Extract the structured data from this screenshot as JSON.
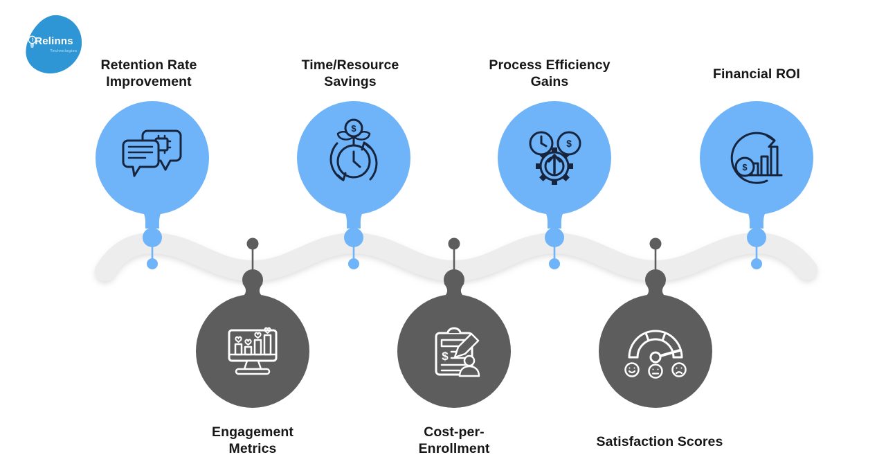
{
  "logo": {
    "brand": "Relinns Technologies",
    "brand_prefix": "Reli",
    "brand_suffix": "nns",
    "tagline": "Technologies"
  },
  "colors": {
    "blue_circle": "#6FB3F8",
    "gray_circle": "#5D5D5D",
    "wave": "#EDEDED",
    "icon_dark": "#16243D",
    "icon_light": "#FFFFFF",
    "logo_blue": "#2E96D5",
    "label_text": "#161616"
  },
  "glyphs": {
    "dollar": "$"
  },
  "top_metrics": [
    {
      "id": "retention",
      "label": "Retention Rate Improvement",
      "icon": "ai-chat-icon"
    },
    {
      "id": "time",
      "label": "Time/Resource Savings",
      "icon": "time-money-clock-icon"
    },
    {
      "id": "process",
      "label": "Process Efficiency Gains",
      "icon": "gear-growth-icon"
    },
    {
      "id": "roi",
      "label": "Financial ROI",
      "icon": "roi-chart-icon"
    }
  ],
  "bottom_metrics": [
    {
      "id": "engagement",
      "label": "Engagement Metrics",
      "icon": "engagement-dashboard-icon"
    },
    {
      "id": "cost",
      "label": "Cost-per-Enrollment",
      "icon": "enrollment-cost-icon"
    },
    {
      "id": "satisfaction",
      "label": "Satisfaction Scores",
      "icon": "satisfaction-gauge-icon"
    }
  ]
}
